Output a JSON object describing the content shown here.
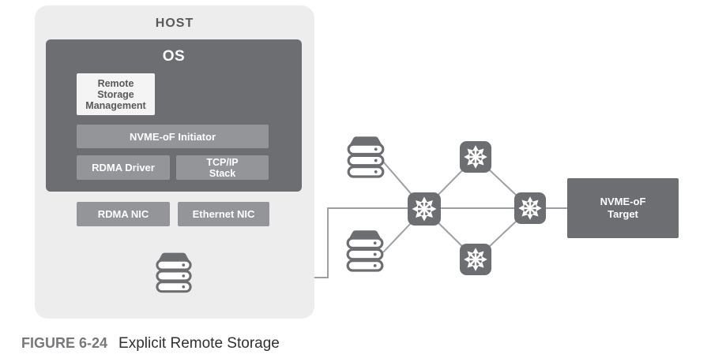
{
  "figure": {
    "caption_label": "FIGURE 6-24",
    "caption_title": "Explicit Remote Storage"
  },
  "host": {
    "title": "HOST",
    "os": {
      "title": "OS",
      "remote_storage_management": "Remote\nStorage\nManagement",
      "nvme_of_initiator": "NVME-oF Initiator",
      "rdma_driver": "RDMA Driver",
      "tcpip_stack": "TCP/IP\nStack"
    },
    "nics": {
      "rdma_nic": "RDMA NIC",
      "ethernet_nic": "Ethernet NIC"
    }
  },
  "network": {
    "target_label": "NVME-oF\nTarget",
    "icons": [
      {
        "name": "storage-server-icon",
        "count": 3
      },
      {
        "name": "network-switch-icon",
        "count": 4
      }
    ],
    "connections": [
      "host-storage-server -> core-switch (elbow path)",
      "storage-server-top -> core-switch",
      "storage-server-bottom -> core-switch",
      "core-switch -> top-switch",
      "core-switch -> bottom-switch",
      "core-switch -> right-switch",
      "top-switch -> right-switch",
      "bottom-switch -> right-switch",
      "right-switch -> nvme-of-target"
    ]
  },
  "colors": {
    "dark_gray": "#6d6e71",
    "medium_gray": "#939598",
    "light_gray_bg": "#ededee",
    "chip_light_bg": "#f4f4f5",
    "line_gray": "#9da0a3",
    "text_dark": "#58595b",
    "caption_gray": "#77787b",
    "caption_dark": "#303030"
  }
}
